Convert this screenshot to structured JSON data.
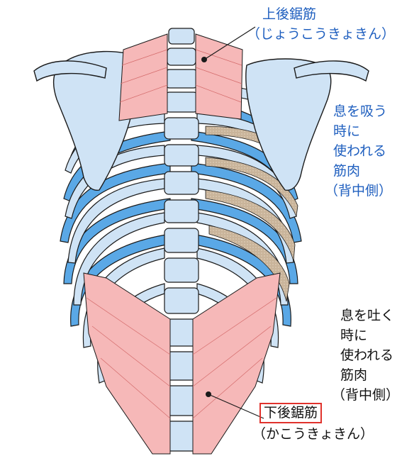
{
  "labels": {
    "upper_muscle": {
      "name": "上後鋸筋",
      "reading": "（じょうこうきょきん）"
    },
    "inhale": {
      "lines": [
        "息を吸う",
        "時に",
        "使われる",
        "筋肉",
        "（背中側）"
      ]
    },
    "exhale": {
      "lines": [
        "息を吐く",
        "時に",
        "使われる",
        "筋肉",
        "（背中側）"
      ]
    },
    "lower_muscle": {
      "name": "下後鋸筋",
      "reading": "（かこうきょきん）"
    }
  },
  "colors": {
    "bone_fill": "#cfe3f5",
    "bone_shadow": "#5aa8e6",
    "outline": "#1a1a1a",
    "muscle_fill": "#f6b8b8",
    "intercostal_fill": "#c9b49a",
    "label_blue": "#1f5fbf",
    "highlight_box": "#e0322c"
  }
}
